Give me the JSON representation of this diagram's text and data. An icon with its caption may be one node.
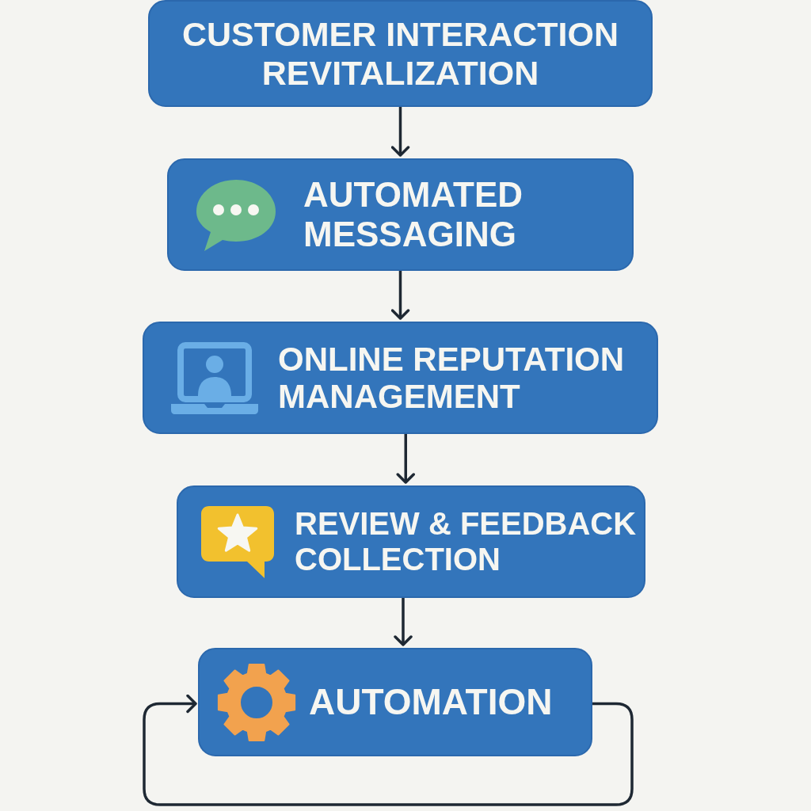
{
  "diagram": {
    "nodes": [
      {
        "text": [
          "CUSTOMER INTERACTION REVITALIZATION"
        ]
      },
      {
        "text": [
          "AUTOMATED MESSAGING"
        ]
      },
      {
        "text": [
          "ONLINE REPUTATION MANAGEMENT"
        ]
      },
      {
        "text": [
          "REVIEW & FEEDBACK COLLECTION"
        ]
      },
      {
        "text": [
          "AUTOMATION"
        ]
      }
    ],
    "edges": [
      {
        "from": 0,
        "to": 1,
        "arrow": "to"
      },
      {
        "from": 1,
        "to": 2,
        "arrow": "to"
      },
      {
        "from": 2,
        "to": 3,
        "arrow": "to"
      },
      {
        "from": 3,
        "to": 4,
        "arrow": "to"
      },
      {
        "from": 4,
        "to": 4,
        "arrow": "to"
      }
    ]
  }
}
